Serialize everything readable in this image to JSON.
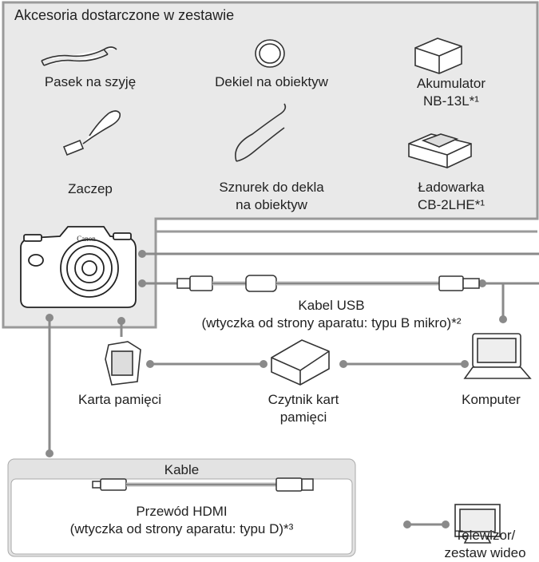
{
  "accessories_box": {
    "title": "Akcesoria dostarczone w zestawie",
    "items": [
      {
        "name": "strap",
        "label_lines": [
          "Pasek na szyję"
        ],
        "icon": "neck-strap-icon"
      },
      {
        "name": "lens-cap",
        "label_lines": [
          "Dekiel na obiektyw"
        ],
        "icon": "lens-cap-icon"
      },
      {
        "name": "battery",
        "label_lines": [
          "Akumulator",
          "NB-13L*¹"
        ],
        "icon": "battery-pack-icon"
      },
      {
        "name": "wrist-loop",
        "label_lines": [
          "Zaczep"
        ],
        "icon": "wrist-loop-icon"
      },
      {
        "name": "cap-string",
        "label_lines": [
          "Sznurek do dekla",
          "na obiektyw"
        ],
        "icon": "lens-cap-string-icon"
      },
      {
        "name": "charger",
        "label_lines": [
          "Ładowarka",
          "CB-2LHE*¹"
        ],
        "icon": "battery-charger-icon"
      }
    ]
  },
  "connections": {
    "usb": {
      "label_lines": [
        "Kabel USB",
        "(wtyczka od strony aparatu: typu B mikro)*²"
      ]
    },
    "memory_card": {
      "label_lines": [
        "Karta pamięci"
      ]
    },
    "card_reader": {
      "label_lines": [
        "Czytnik kart",
        "pamięci"
      ]
    },
    "computer": {
      "label_lines": [
        "Komputer"
      ]
    },
    "cables_box": {
      "title": "Kable",
      "hdmi": {
        "label_lines": [
          "Przewód HDMI",
          "(wtyczka od strony aparatu: typu D)*³"
        ]
      }
    },
    "tv": {
      "label_lines": [
        "Telewizor/",
        "zestaw wideo"
      ]
    }
  },
  "camera_brand": "Canon",
  "colors": {
    "box_fill": "#e9e9e9",
    "box_border": "#9a9a9a",
    "line": "#8a8a8a",
    "icon_stroke": "#333333"
  }
}
